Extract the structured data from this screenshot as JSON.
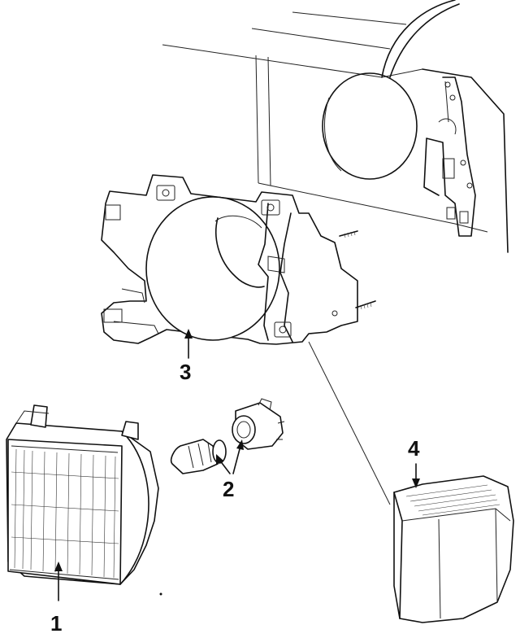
{
  "callouts": [
    {
      "id": "headlamp",
      "number": "1"
    },
    {
      "id": "bulb-and-socket",
      "number": "2"
    },
    {
      "id": "mounting-bracket",
      "number": "3"
    },
    {
      "id": "side-marker-lamp",
      "number": "4"
    }
  ]
}
